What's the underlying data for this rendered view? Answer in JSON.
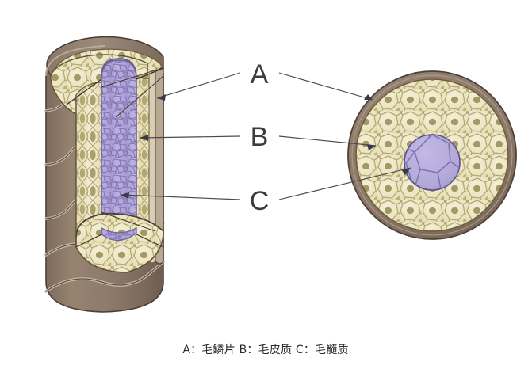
{
  "figure": {
    "title_alt": "Hair shaft structure: longitudinal cutaway and cross section",
    "labels": [
      {
        "id": "A",
        "text": "A"
      },
      {
        "id": "B",
        "text": "B"
      },
      {
        "id": "C",
        "text": "C"
      }
    ],
    "caption": {
      "full": "A：毛鳞片   B：毛皮质   C：毛髓质",
      "entries": [
        {
          "key": "A：",
          "value": "毛鳞片"
        },
        {
          "key": "B：",
          "value": "毛皮质"
        },
        {
          "key": "C：",
          "value": "毛髓质"
        }
      ]
    },
    "colors": {
      "cuticle_brown": "#8d7a6b",
      "cuticle_brown_dark": "#6c5a4d",
      "cuticle_highlight": "#c3b4a6",
      "cortex_cream": "#efe8c5",
      "cortex_cream_light": "#f6f1d9",
      "cortex_nucleus": "#a29a62",
      "cortex_outline": "#9c9165",
      "medulla_purple": "#b5abdb",
      "medulla_purple_dark": "#8e82bd",
      "medulla_outline": "#6f649e",
      "outline_dark": "#3b3327",
      "label_gray": "#3c3c3c",
      "leader_gray": "#4a4a4a",
      "background": "#ffffff"
    },
    "parts": {
      "cuticle": "hair-cuticle-scales",
      "cortex": "hair-cortex",
      "medulla": "hair-medulla"
    },
    "views": {
      "longitudinal": "longitudinal-cutaway-view",
      "cross_section": "cross-section-view"
    }
  }
}
